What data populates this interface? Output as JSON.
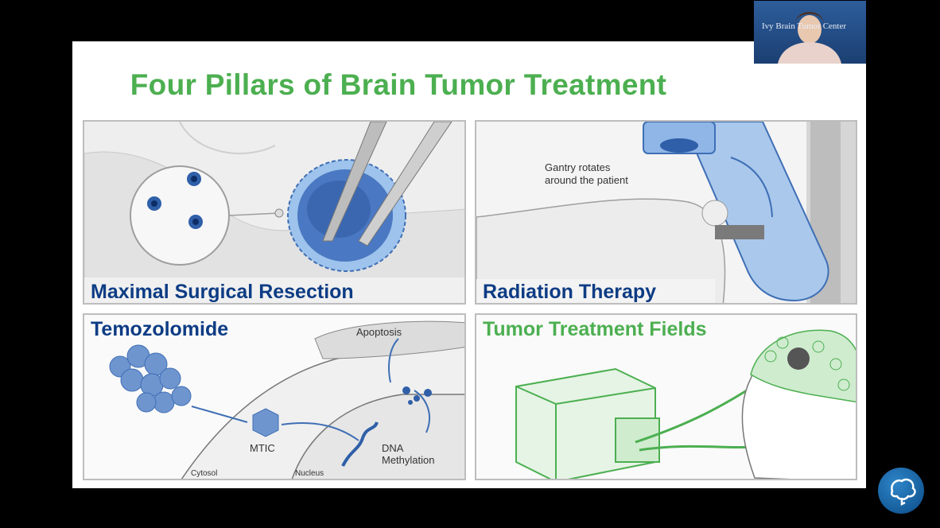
{
  "slide": {
    "title": "Four Pillars of Brain Tumor Treatment"
  },
  "panels": {
    "surgery": {
      "label": "Maximal Surgical Resection"
    },
    "radiation": {
      "label": "Radiation Therapy",
      "note_line1": "Gantry rotates",
      "note_line2": "around the patient"
    },
    "temozolomide": {
      "label": "Temozolomide",
      "apoptosis": "Apoptosis",
      "mtic": "MTIC",
      "dna_line1": "DNA",
      "dna_line2": "Methylation",
      "cytosol": "Cytosol",
      "nucleus": "Nucleus"
    },
    "ttfields": {
      "label": "Tumor Treatment Fields"
    }
  },
  "webcam": {
    "logo_text": "Ivy Brain Tumor Center"
  },
  "colors": {
    "title_green": "#4caf50",
    "label_blue": "#0d3c84",
    "illustration_blue": "#3f6fb5",
    "device_green": "#6cc070"
  },
  "icons": {
    "app_logo": "brain-logo-icon"
  }
}
